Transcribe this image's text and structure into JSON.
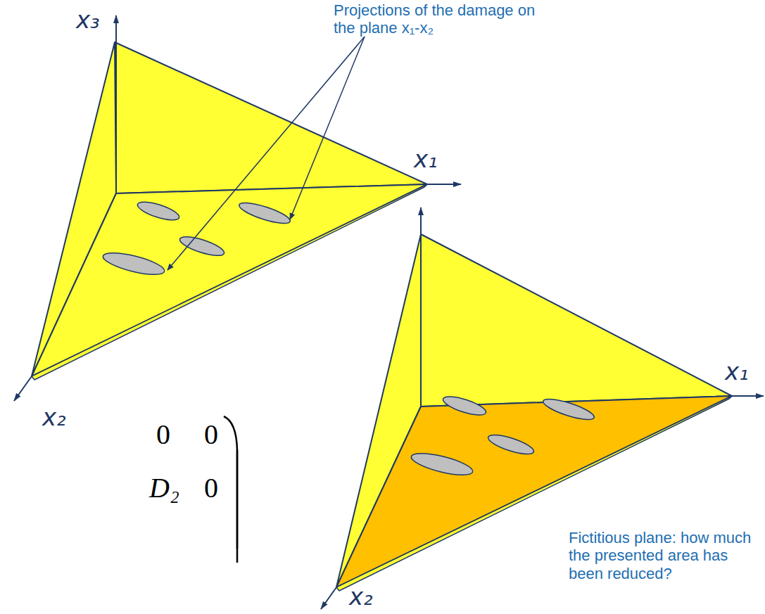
{
  "diagram": {
    "labels": [
      "x₃",
      "x₁",
      "x₂",
      "x₁",
      "x₂",
      "Projections of the damage on the plane x₁-x₂",
      "Fictitious plane: how much the presented area has been reduced?",
      "0",
      "0",
      "D₂",
      "0"
    ]
  }
}
